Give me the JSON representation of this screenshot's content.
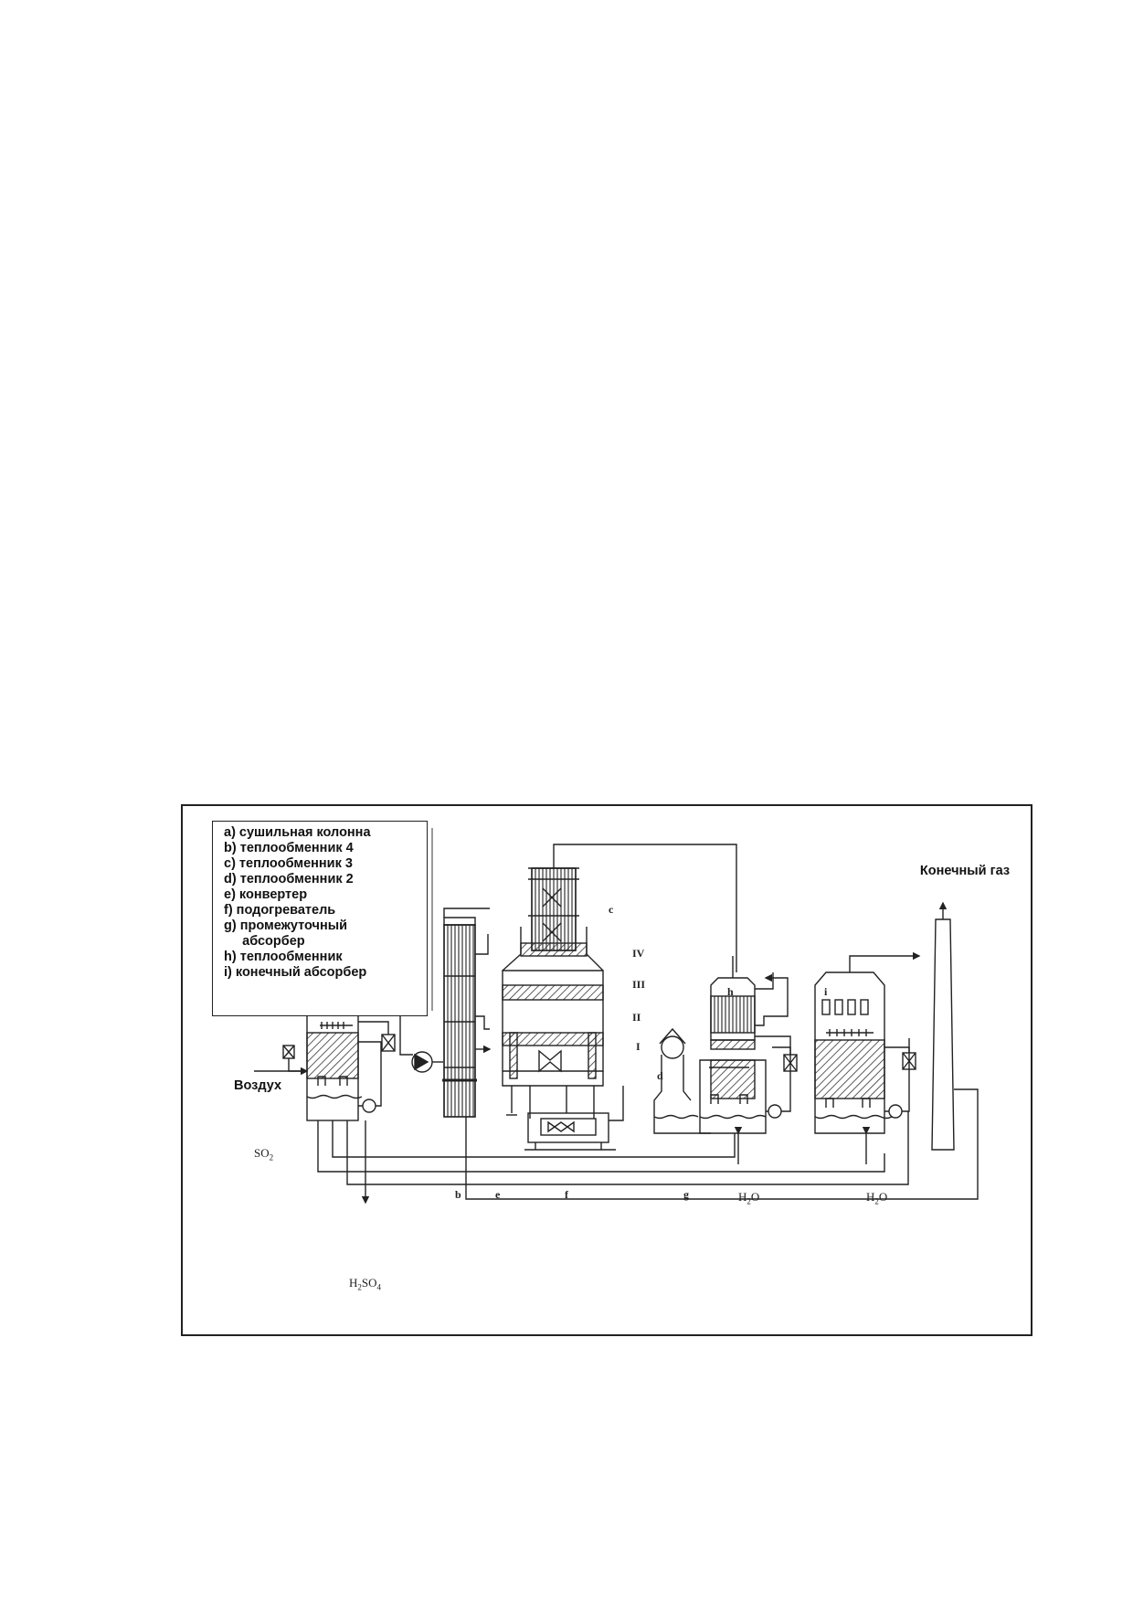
{
  "legend": {
    "items": [
      "a) сушильная колонна",
      "b) теплообменник 4",
      "c) теплообменник 3",
      "d) теплообменник 2",
      "e) конвертер",
      "f) подогреватель",
      "g) промежуточный",
      "     абсорбер",
      "h) теплообменник",
      "i) конечный абсорбер"
    ]
  },
  "labels": {
    "air": "Воздух",
    "final_gas": "Конечный газ"
  },
  "equipment_tags": {
    "b": "b",
    "c": "c",
    "d": "d",
    "e": "e",
    "f": "f",
    "g": "g",
    "h": "h",
    "i": "i"
  },
  "stage_tags": {
    "I": "I",
    "II": "II",
    "III": "III",
    "IV": "IV"
  },
  "streams": {
    "so2": {
      "main": "SO",
      "sub": "2"
    },
    "h2o_g": {
      "main": "H",
      "sub": "2",
      "tail": "O"
    },
    "h2o_i": {
      "main": "H",
      "sub": "2",
      "tail": "O"
    },
    "h2so4": {
      "p1": "H",
      "s1": "2",
      "p2": "SO",
      "s2": "4"
    }
  }
}
